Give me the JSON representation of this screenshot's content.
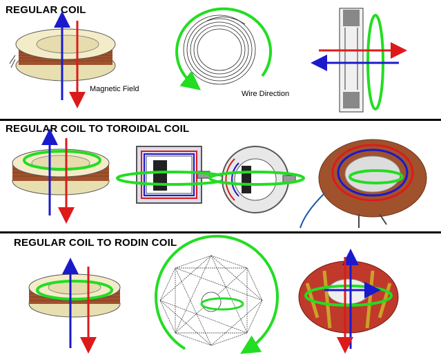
{
  "sections": [
    {
      "heading": "REGULAR COIL"
    },
    {
      "heading": "REGULAR COIL TO TOROIDAL COIL"
    },
    {
      "heading": "REGULAR COIL TO RODIN COIL"
    }
  ],
  "labels": {
    "magnetic_field": "Magnetic Field",
    "wire_direction": "Wire Direction"
  },
  "colors": {
    "field_up_arrow": "#1a1acc",
    "field_down_arrow": "#dd1a1a",
    "rotation_arrow": "#22dd22",
    "coil_wire": "#a0522d",
    "coil_body": "#f4ecc8"
  }
}
